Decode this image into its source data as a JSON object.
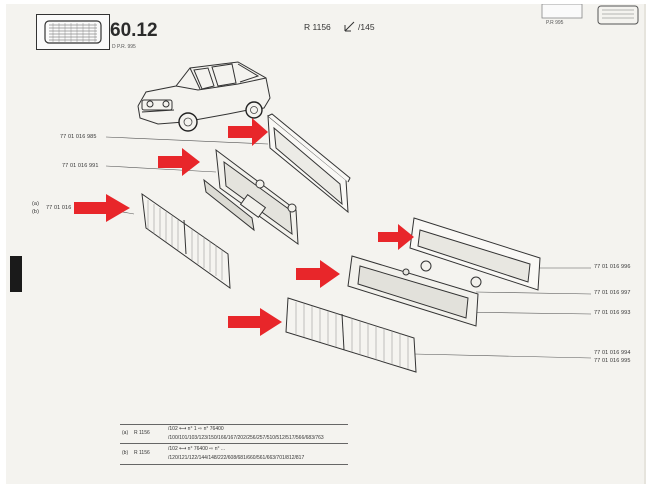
{
  "header": {
    "page_number": "60.12",
    "page_sub": "D       P.R. 995",
    "model_ref": "R 1156",
    "ref_suffix": "/145",
    "top_right_sub": "P.R 995"
  },
  "part_numbers": {
    "pn_985": "77 01 016 985",
    "pn_991": "77 01 016 991",
    "pn_left_a": "(a)",
    "pn_left_b": "(b)",
    "pn_left_num": "77 01 016",
    "pn_996": "77 01 016 996",
    "pn_997": "77 01 016 997",
    "pn_993": "77 01 016 993",
    "pn_bottom_1": "77 01 016 994",
    "pn_bottom_2": "77 01 016 995"
  },
  "legend": {
    "row_a_label": "(a)",
    "row_a_model": "R 1156",
    "row_a_line1": "/102  ⟷  n° 1  ⇨  n° 76400",
    "row_a_line2": "/100/101/103/123/150/166/167/202/256/257/510/512/517/566/683/763",
    "row_b_label": "(b)",
    "row_b_model": "R 1156",
    "row_b_line1": "/102  ⟷  n° 76400  ⇨  n° ...",
    "row_b_line2": "/120/121/122/144/148/222/608/681/660/561/663/701/812/817"
  },
  "colors": {
    "arrow": "#e8262a",
    "paper": "#f4f3ef",
    "ink": "#2a2a2a"
  }
}
